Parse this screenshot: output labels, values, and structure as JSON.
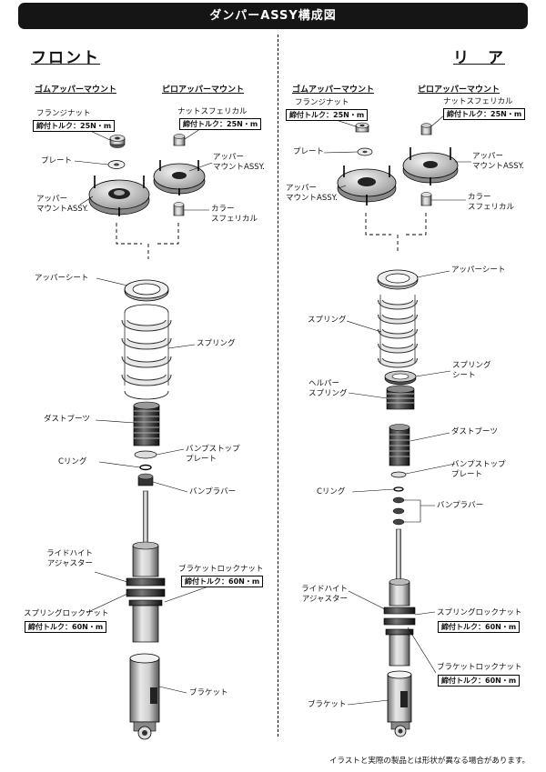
{
  "title": "ダンパーASSY構成図",
  "front": {
    "heading": "フロント",
    "rubber_mount": "ゴムアッパーマウント",
    "pillow_mount": "ピロアッパーマウント",
    "flange_nut": "フランジナット",
    "flange_torque": "締付トルク：25N・m",
    "nut_spherical": "ナットスフェリカル",
    "nut_torque": "締付トルク：25N・m",
    "plate": "プレート",
    "upper_mount_assy_left": "アッパー\nマウントASSY.",
    "upper_mount_assy_right": "アッパー\nマウントASSY.",
    "collar_spherical": "カラー\nスフェリカル",
    "upper_seat": "アッパーシート",
    "spring": "スプリング",
    "dust_boots": "ダストブーツ",
    "bump_stop_plate": "バンプストップ\nプレート",
    "c_ring": "Cリング",
    "bump_rubber": "バンプラバー",
    "ride_height_adjuster": "ライドハイト\nアジャスター",
    "bracket_lock_nut": "ブラケットロックナット",
    "bracket_lock_torque": "締付トルク：60N・m",
    "spring_lock_nut": "スプリングロックナット",
    "spring_lock_torque": "締付トルク：60N・m",
    "bracket": "ブラケット"
  },
  "rear": {
    "heading": "リ　ア",
    "rubber_mount": "ゴムアッパーマウント",
    "pillow_mount": "ピロアッパーマウント",
    "flange_nut": "フランジナット",
    "flange_torque": "締付トルク：25N・m",
    "nut_spherical": "ナットスフェリカル",
    "nut_torque": "締付トルク：25N・m",
    "plate": "プレート",
    "upper_mount_assy_left": "アッパー\nマウントASSY.",
    "upper_mount_assy_right": "アッパー\nマウントASSY.",
    "collar_spherical": "カラー\nスフェリカル",
    "upper_seat": "アッパーシート",
    "spring": "スプリング",
    "spring_seat": "スプリング\nシート",
    "helper_spring": "ヘルパー\nスプリング",
    "dust_boots": "ダストブーツ",
    "bump_stop_plate": "バンプストップ\nプレート",
    "c_ring": "Cリング",
    "bump_rubber": "バンプラバー",
    "ride_height_adjuster": "ライドハイト\nアジャスター",
    "spring_lock_nut": "スプリングロックナット",
    "spring_lock_torque": "締付トルク：60N・m",
    "bracket_lock_nut": "ブラケットロックナット",
    "bracket_lock_torque": "締付トルク：60N・m",
    "bracket": "ブラケット"
  },
  "footer": "イラストと実際の製品とは形状が異なる場合があります。"
}
